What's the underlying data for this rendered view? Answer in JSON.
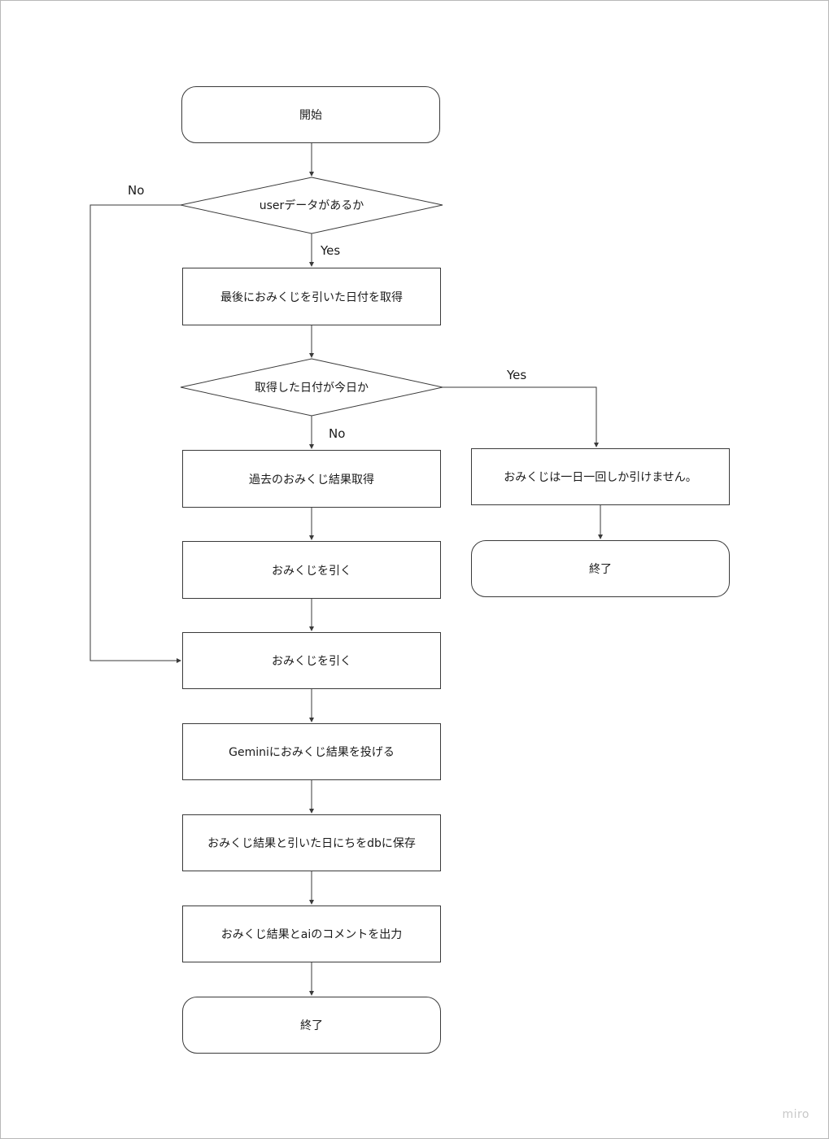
{
  "nodes": {
    "start": "開始",
    "check_user": "userデータがあるか",
    "get_last_date": "最後におみくじを引いた日付を取得",
    "check_today": "取得した日付が今日か",
    "get_past_results": "過去のおみくじ結果取得",
    "draw_omikuji_1": "おみくじを引く",
    "draw_omikuji_2": "おみくじを引く",
    "send_to_gemini": "Geminiにおみくじ結果を投げる",
    "save_db": "おみくじ結果と引いた日にちをdbに保存",
    "output_result": "おみくじ結果とaiのコメントを出力",
    "end_main": "終了",
    "once_per_day": "おみくじは一日一回しか引けません。",
    "end_right": "終了"
  },
  "edge_labels": {
    "user_no": "No",
    "user_yes": "Yes",
    "today_yes": "Yes",
    "today_no": "No"
  },
  "brand": "miro"
}
